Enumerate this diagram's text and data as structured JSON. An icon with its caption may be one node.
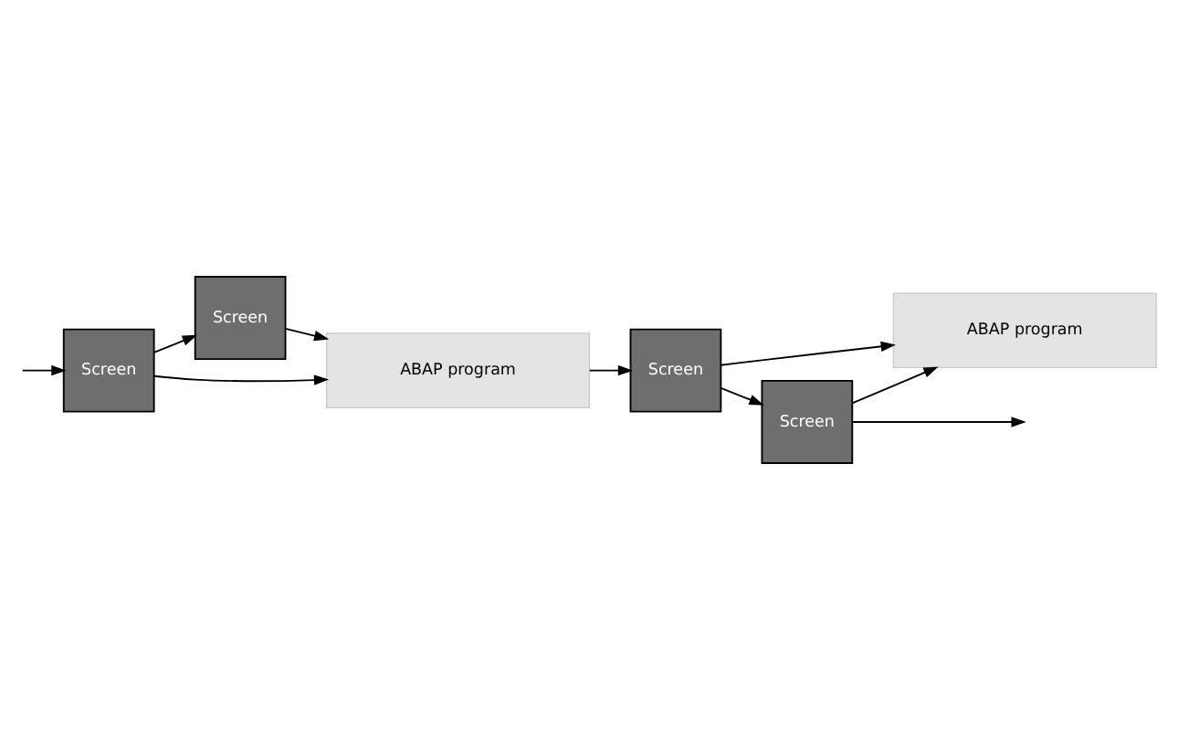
{
  "diagram": {
    "nodes": [
      {
        "text": [
          "Screen"
        ]
      },
      {
        "text": [
          "Screen"
        ]
      },
      {
        "text": [
          "ABAP program"
        ]
      },
      {
        "text": [
          "Screen"
        ]
      },
      {
        "text": [
          "Screen"
        ]
      },
      {
        "text": [
          "ABAP program"
        ]
      }
    ],
    "edges": [
      {
        "from": null,
        "to": 3,
        "arrow": "to"
      },
      {
        "from": 3,
        "to": 4,
        "arrow": "to"
      },
      {
        "from": 3,
        "to": 5,
        "arrow": "to"
      },
      {
        "from": 4,
        "to": 5,
        "arrow": "to"
      },
      {
        "from": 5,
        "to": 0,
        "arrow": "to"
      },
      {
        "from": 0,
        "to": 1,
        "arrow": "to"
      },
      {
        "from": 0,
        "to": 2,
        "arrow": "to"
      },
      {
        "from": 1,
        "to": 2,
        "arrow": "to"
      },
      {
        "from": 1,
        "to": null,
        "arrow": "to"
      }
    ]
  }
}
